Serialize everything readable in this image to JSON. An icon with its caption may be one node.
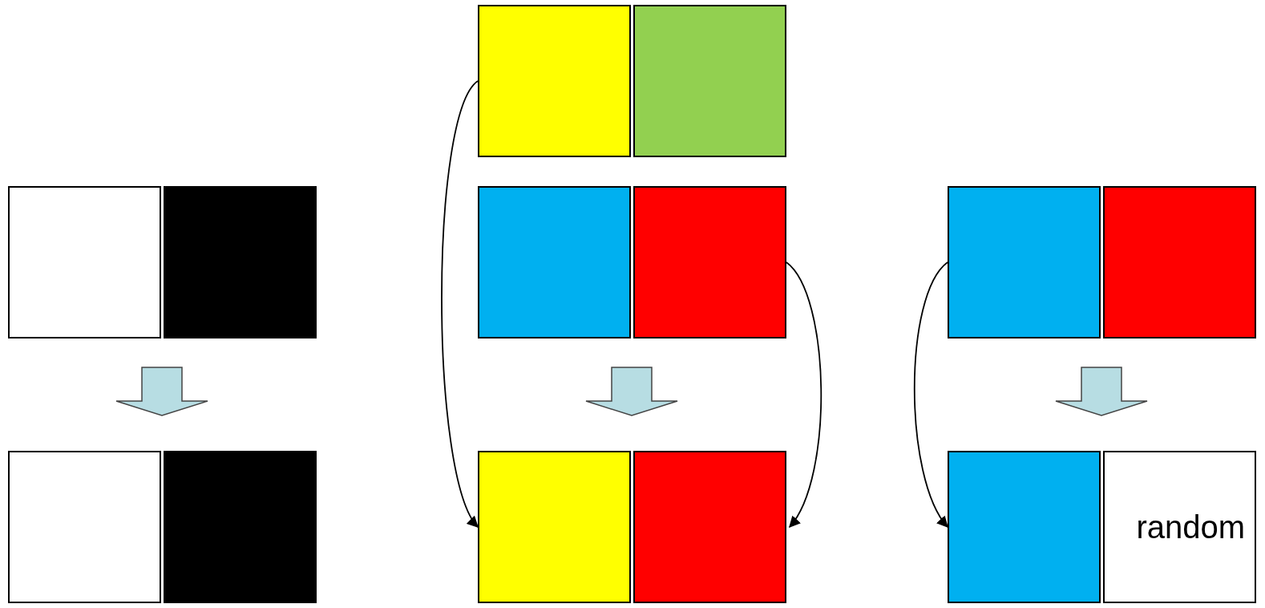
{
  "diagram": {
    "nodes": [
      {
        "text": [],
        "shape": "box"
      },
      {
        "text": [],
        "shape": "box"
      },
      {
        "text": [],
        "shape": "box"
      },
      {
        "text": [],
        "shape": "box"
      },
      {
        "text": [],
        "shape": "box"
      },
      {
        "text": [],
        "shape": "box"
      },
      {
        "text": [],
        "shape": "box"
      },
      {
        "text": [],
        "shape": "box"
      },
      {
        "text": [],
        "shape": "box"
      },
      {
        "text": [],
        "shape": "box"
      },
      {
        "text": [],
        "shape": "box"
      },
      {
        "text": [],
        "shape": "box"
      },
      {
        "text": [],
        "shape": "box"
      },
      {
        "text": [
          "random"
        ]
      }
    ],
    "edges": [
      {
        "from": 0,
        "to": 10,
        "arrow": "to"
      },
      {
        "from": 5,
        "to": 11,
        "arrow": "to"
      },
      {
        "from": 6,
        "to": 12,
        "arrow": "to"
      },
      {
        "from": 2,
        "to": 8,
        "arrow": "to",
        "style": "thick"
      },
      {
        "from": 4,
        "to": 10,
        "arrow": "to",
        "style": "thick"
      },
      {
        "from": 6,
        "to": 12,
        "arrow": "to",
        "style": "thick"
      }
    ]
  }
}
